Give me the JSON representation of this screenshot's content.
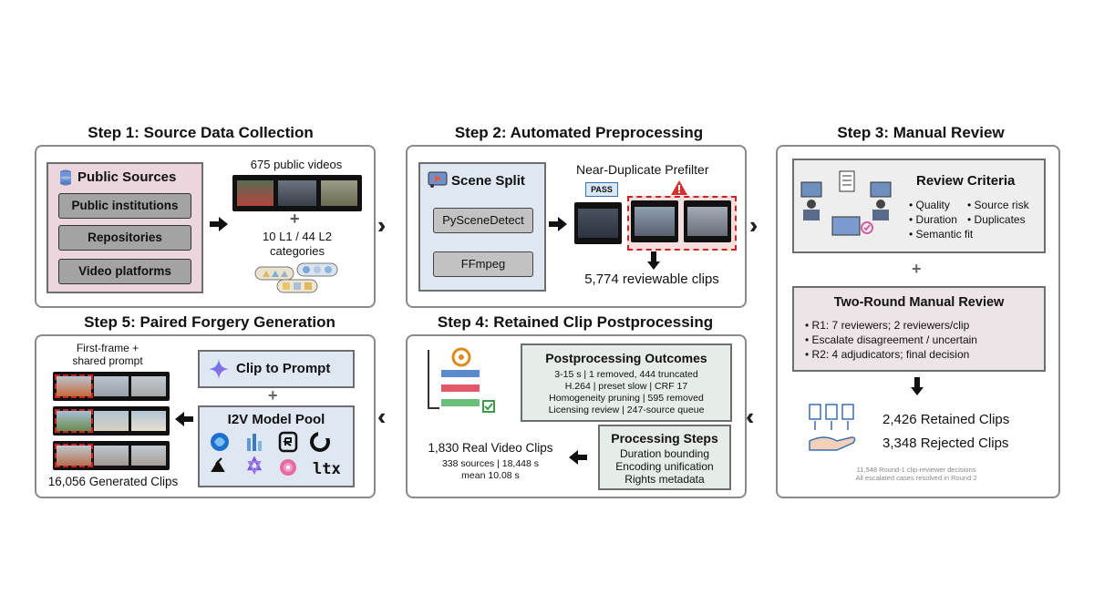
{
  "step1": {
    "title": "Step 1: Source Data Collection",
    "sources_title": "Public Sources",
    "sources": [
      "Public institutions",
      "Repositories",
      "Video platforms"
    ],
    "videos_label": "675 public videos",
    "categories_label": "10 L1 / 44 L2 categories"
  },
  "step2": {
    "title": "Step 2: Automated Preprocessing",
    "scene_split_title": "Scene Split",
    "tools": [
      "PySceneDetect",
      "FFmpeg"
    ],
    "prefilter_label": "Near-Duplicate Prefilter",
    "pass_badge": "PASS",
    "clips_label": "5,774 reviewable clips"
  },
  "step3": {
    "title": "Step 3: Manual Review",
    "criteria_title": "Review Criteria",
    "criteria": [
      "Quality",
      "Source risk",
      "Duration",
      "Duplicates",
      "Semantic fit"
    ],
    "review_title": "Two-Round Manual Review",
    "review_items": [
      "R1: 7 reviewers; 2 reviewers/clip",
      "Escalate disagreement / uncertain",
      "R2: 4 adjudicators; final decision"
    ],
    "retained": "2,426 Retained Clips",
    "rejected": "3,348 Rejected Clips",
    "note1": "11,548 Round-1 clip-reviewer decisions",
    "note2": "All escalated cases resolved in Round 2"
  },
  "step4": {
    "title": "Step 4: Retained Clip Postprocessing",
    "outcomes_title": "Postprocessing Outcomes",
    "outcomes": [
      "3-15 s | 1 removed, 444 truncated",
      "H.264 | preset slow | CRF 17",
      "Homogeneity pruning | 595 removed",
      "Licensing review | 247-source queue"
    ],
    "steps_title": "Processing Steps",
    "steps": [
      "Duration bounding",
      "Encoding unification",
      "Rights metadata"
    ],
    "real_clips": "1,830 Real Video Clips",
    "sources_line": "338 sources | 18,448 s",
    "mean_line": "mean 10.08 s"
  },
  "step5": {
    "title": "Step 5: Paired Forgery Generation",
    "first_frame": "First-frame +",
    "shared_prompt": "shared prompt",
    "clip_to_prompt": "Clip to Prompt",
    "pool_title": "I2V Model Pool",
    "ltx": "ltx",
    "generated": "16,056 Generated Clips"
  },
  "colors": {
    "panel_border": "#8a8a8a",
    "pink": "#ead6dc",
    "blue_box": "#dfe7f3",
    "gray_btn": "#a3a3a3",
    "red_dash": "#cc2222"
  }
}
